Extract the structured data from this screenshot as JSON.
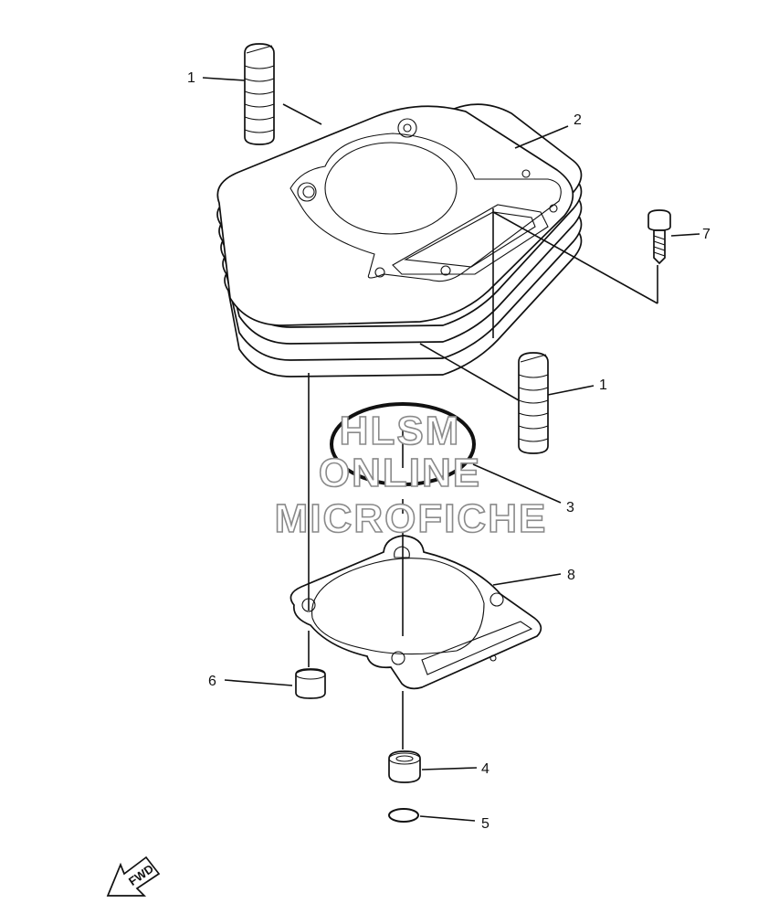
{
  "parts": [
    {
      "number": "1",
      "name": "dowel-pin-upper"
    },
    {
      "number": "2",
      "name": "cylinder"
    },
    {
      "number": "1",
      "name": "dowel-pin-lower"
    },
    {
      "number": "3",
      "name": "o-ring"
    },
    {
      "number": "4",
      "name": "dowel-pin-collar"
    },
    {
      "number": "5",
      "name": "small-o-ring"
    },
    {
      "number": "6",
      "name": "dowel-pin"
    },
    {
      "number": "7",
      "name": "bolt"
    },
    {
      "number": "8",
      "name": "cylinder-gasket"
    }
  ],
  "watermark": {
    "line1": "HLSM",
    "line2": "ONLINE",
    "line3": "MICROFICHE"
  },
  "direction_label": "FWD"
}
